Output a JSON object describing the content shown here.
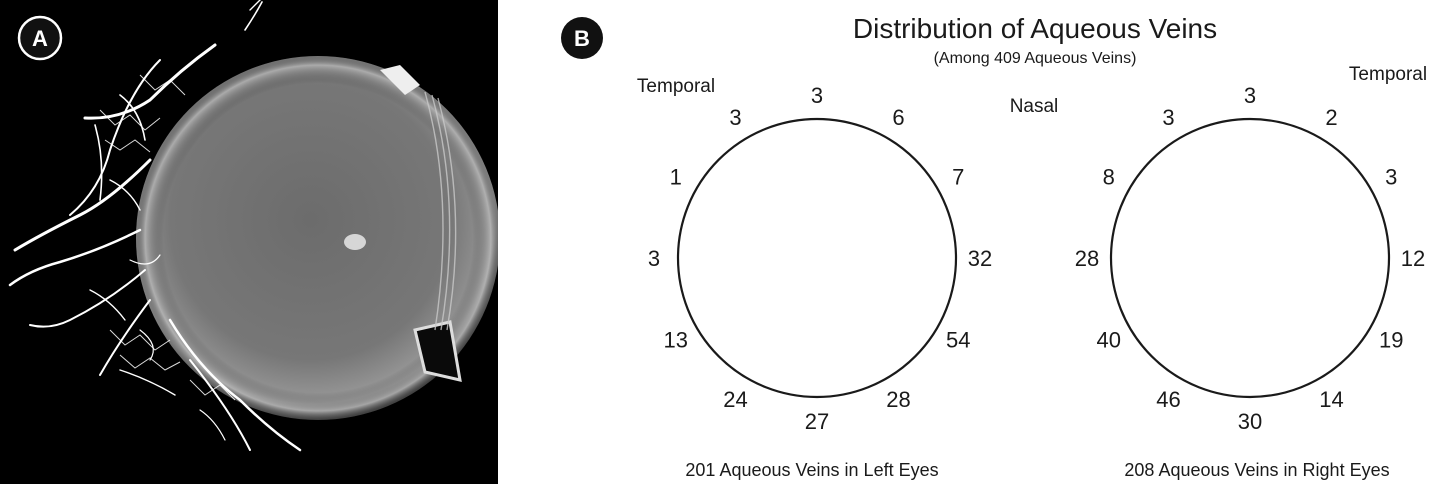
{
  "panel_a": {
    "label": "A"
  },
  "panel_b": {
    "label": "B",
    "title": "Distribution of Aqueous Veins",
    "subtitle": "(Among 409 Aqueous Veins)",
    "left_eye": {
      "side_label_temporal": "Temporal",
      "side_label_nasal": "Nasal",
      "caption": "201 Aqueous Veins in Left Eyes",
      "counts": [
        {
          "hour": 12,
          "value": "3"
        },
        {
          "hour": 1,
          "value": "6"
        },
        {
          "hour": 2,
          "value": "7"
        },
        {
          "hour": 3,
          "value": "32"
        },
        {
          "hour": 4,
          "value": "54"
        },
        {
          "hour": 5,
          "value": "28"
        },
        {
          "hour": 6,
          "value": "27"
        },
        {
          "hour": 7,
          "value": "24"
        },
        {
          "hour": 8,
          "value": "13"
        },
        {
          "hour": 9,
          "value": "3"
        },
        {
          "hour": 10,
          "value": "1"
        },
        {
          "hour": 11,
          "value": "3"
        }
      ]
    },
    "right_eye": {
      "side_label_temporal": "Temporal",
      "caption": "208 Aqueous Veins in Right Eyes",
      "counts": [
        {
          "hour": 12,
          "value": "3"
        },
        {
          "hour": 1,
          "value": "2"
        },
        {
          "hour": 2,
          "value": "3"
        },
        {
          "hour": 3,
          "value": "12"
        },
        {
          "hour": 4,
          "value": "19"
        },
        {
          "hour": 5,
          "value": "14"
        },
        {
          "hour": 6,
          "value": "30"
        },
        {
          "hour": 7,
          "value": "46"
        },
        {
          "hour": 8,
          "value": "40"
        },
        {
          "hour": 9,
          "value": "28"
        },
        {
          "hour": 10,
          "value": "8"
        },
        {
          "hour": 11,
          "value": "3"
        }
      ]
    }
  },
  "colors": {
    "photo_bg": "#000000",
    "badge_bg": "#111111",
    "badge_text": "#ffffff",
    "ink": "#1a1a1a"
  }
}
